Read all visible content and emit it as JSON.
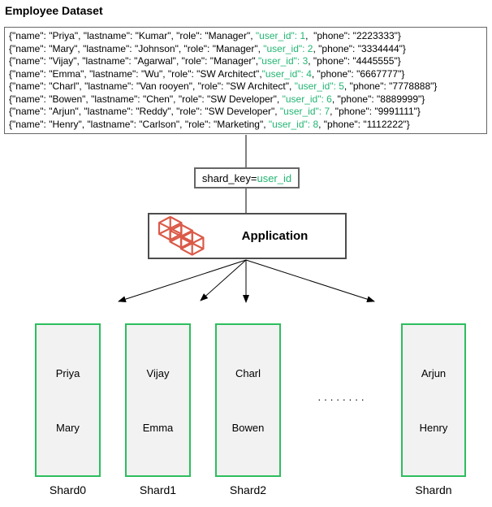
{
  "title": "Employee Dataset",
  "dataset": {
    "records": [
      {
        "pre": "{\"name\": \"Priya\", \"lastname\": \"Kumar\", \"role\": \"Manager\", ",
        "key": "\"user_id\": 1",
        "post": ",  \"phone\": \"2223333\"}"
      },
      {
        "pre": "{\"name\": \"Mary\", \"lastname\": \"Johnson\", \"role\": \"Manager\", ",
        "key": "\"user_id\": 2",
        "post": ", \"phone\": \"3334444\"}"
      },
      {
        "pre": "{\"name\": \"Vijay\", \"lastname\": \"Agarwal\", \"role\": \"Manager\",",
        "key": "\"user_id\": 3",
        "post": ", \"phone\": \"4445555\"}"
      },
      {
        "pre": "{\"name\": \"Emma\", \"lastname\": \"Wu\", \"role\": \"SW Architect\",",
        "key": "\"user_id\": 4",
        "post": ", \"phone\": \"6667777\"}"
      },
      {
        "pre": "{\"name\": \"Charl\", \"lastname\": \"Van rooyen\", \"role\": \"SW Architect\", ",
        "key": "\"user_id\": 5",
        "post": ", \"phone\": \"7778888\"}"
      },
      {
        "pre": "{\"name\": \"Bowen\", \"lastname\": \"Chen\", \"role\": \"SW Developer\", ",
        "key": "\"user_id\": 6",
        "post": ", \"phone\": \"8889999\"}"
      },
      {
        "pre": "{\"name\": \"Arjun\", \"lastname\": \"Reddy\", \"role\": \"SW Developer\", ",
        "key": "\"user_id\": 7",
        "post": ", \"phone\": \"9991111\"}"
      },
      {
        "pre": "{\"name\": \"Henry\", \"lastname\": \"Carlson\", \"role\": \"Marketing\", ",
        "key": "\"user_id\": 8",
        "post": ", \"phone\": \"1112222\"}"
      }
    ]
  },
  "shard_key": {
    "label_black": "shard_key=",
    "label_green": "user_id"
  },
  "application": {
    "label": "Application"
  },
  "shards": [
    {
      "label": "Shard0",
      "names": [
        "Priya",
        "Mary"
      ]
    },
    {
      "label": "Shard1",
      "names": [
        "Vijay",
        "Emma"
      ]
    },
    {
      "label": "Shard2",
      "names": [
        "Charl",
        "Bowen"
      ]
    },
    {
      "label": "Shardn",
      "names": [
        "Arjun",
        "Henry"
      ]
    }
  ],
  "ellipsis": "........",
  "colors": {
    "user_id_green": "#23B573",
    "shard_border_green": "#2CBE5E",
    "icon_red": "#DB5A48",
    "box_border_gray": "#666666",
    "shard_fill": "#F2F2F2"
  }
}
